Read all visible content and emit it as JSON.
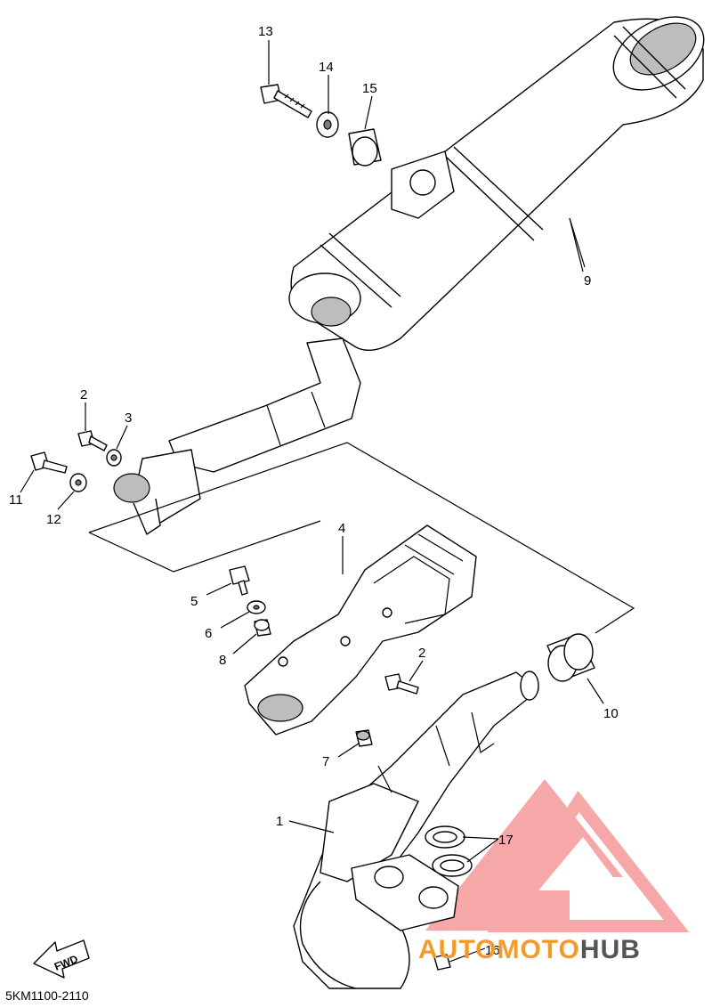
{
  "callouts": {
    "c1": "1",
    "c2a": "2",
    "c2b": "2",
    "c3": "3",
    "c4": "4",
    "c5": "5",
    "c6": "6",
    "c7": "7",
    "c8": "8",
    "c9": "9",
    "c10": "10",
    "c11": "11",
    "c12": "12",
    "c13": "13",
    "c14": "14",
    "c15": "15",
    "c16": "16",
    "c17": "17"
  },
  "fwd_label": "FWD",
  "diagram_code": "5KM1100-2110",
  "watermark": {
    "part1": "AUTOMOTO",
    "part2": "HUB",
    "color_primary": "#f06060",
    "color_accent": "#f39a2b"
  }
}
